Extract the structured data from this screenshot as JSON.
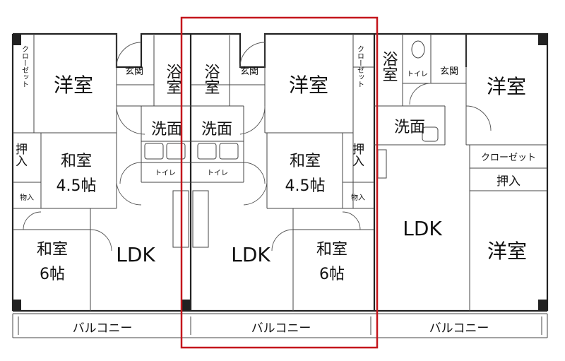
{
  "rooms": {
    "u1": {
      "western": "洋室",
      "closet_v": "クローゼット",
      "entrance": "玄関",
      "bath": "浴室",
      "washroom": "洗面",
      "toilet": "トイレ",
      "storage_oshiire": "押入",
      "storage_mono": "物入",
      "japanese_a": "和室",
      "japanese_a_size": "4.5帖",
      "japanese_b": "和室",
      "japanese_b_size": "6帖",
      "ldk": "LDK",
      "balcony": "バルコニー"
    },
    "u2": {
      "western": "洋室",
      "closet_v": "クローゼット",
      "entrance": "玄関",
      "bath": "浴室",
      "washroom": "洗面",
      "toilet": "トイレ",
      "storage_oshiire": "押入",
      "storage_mono": "物入",
      "japanese_a": "和室",
      "japanese_a_size": "4.5帖",
      "japanese_b": "和室",
      "japanese_b_size": "6帖",
      "ldk": "LDK",
      "balcony": "バルコニー"
    },
    "u3": {
      "bath": "浴室",
      "toilet": "トイレ",
      "entrance": "玄関",
      "western_top": "洋室",
      "washroom": "洗面",
      "closet_h": "クローゼット",
      "storage_oshiire": "押入",
      "ldk": "LDK",
      "western_bottom": "洋室",
      "balcony": "バルコニー"
    }
  },
  "colors": {
    "highlight": "#c4161c",
    "wall": "#222222"
  }
}
